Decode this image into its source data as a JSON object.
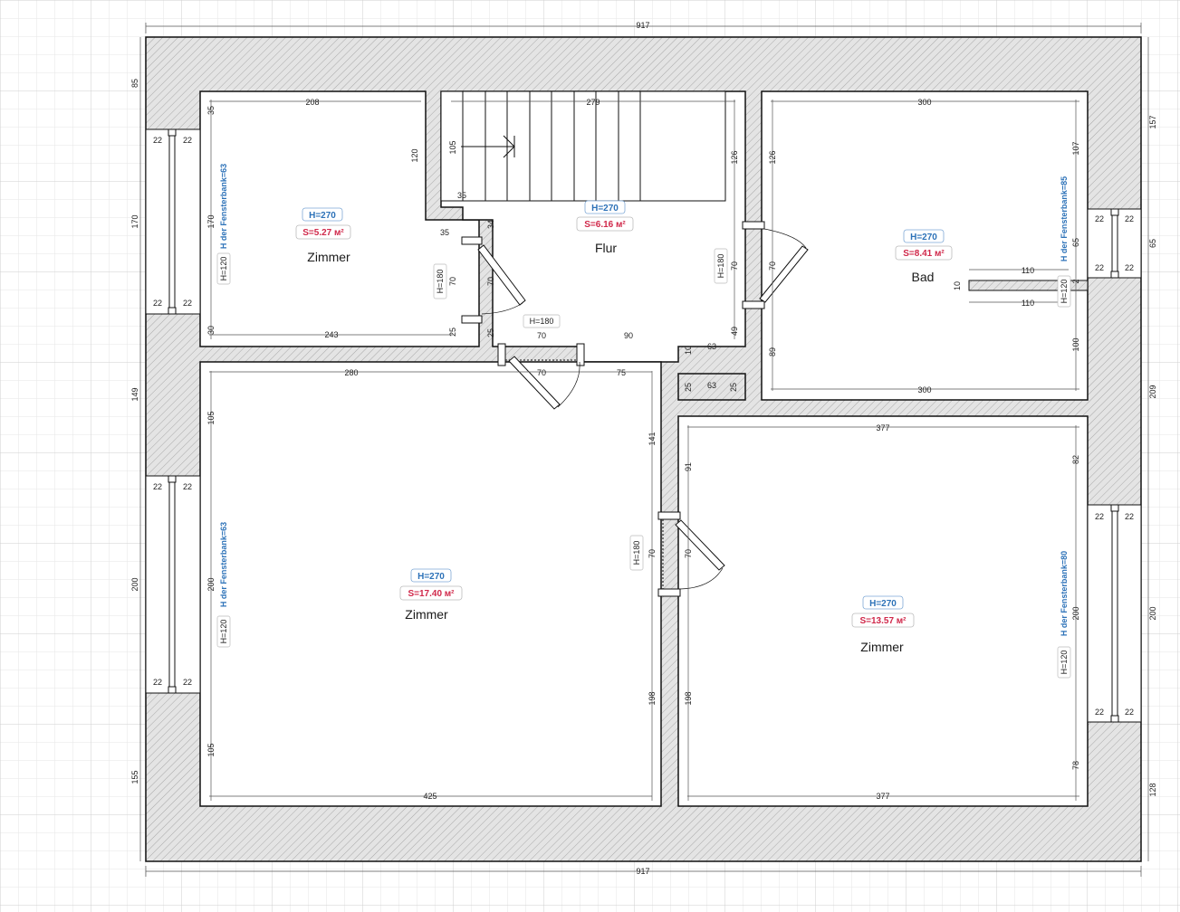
{
  "colors": {
    "grid_minor": "#e6e6e6",
    "grid_major": "#cfcfcf",
    "wall_fill": "#e4e4e4",
    "wall_hatch": "#a8a8a8",
    "line": "#111111",
    "h_label": "#2d72b8",
    "s_label": "#d0284a"
  },
  "rooms": [
    {
      "id": "zimmer-nw",
      "name": "Zimmer",
      "height": "H=270",
      "area": "S=5.27 м²"
    },
    {
      "id": "flur",
      "name": "Flur",
      "height": "H=270",
      "area": "S=6.16 м²"
    },
    {
      "id": "bad",
      "name": "Bad",
      "height": "H=270",
      "area": "S=8.41 м²"
    },
    {
      "id": "zimmer-sw",
      "name": "Zimmer",
      "height": "H=270",
      "area": "S=17.40 м²"
    },
    {
      "id": "zimmer-se",
      "name": "Zimmer",
      "height": "H=270",
      "area": "S=13.57 м²"
    }
  ],
  "dimensions": {
    "top": "917",
    "bottom": "917",
    "left_85": "85",
    "left_170": "170",
    "left_149": "149",
    "left_200": "200",
    "left_155": "155",
    "right_157": "157",
    "right_65": "65",
    "right_209": "209",
    "right_200": "200",
    "right_128": "128",
    "z1_top": "208",
    "z1_bottom": "243",
    "z1_35": "35",
    "z1_170": "170",
    "z1_30": "30",
    "z1_120": "120",
    "z1_35b": "35",
    "z1_35c": "35",
    "z1_34": "34",
    "z1_25": "25",
    "z1_70": "70",
    "z1_70b": "70",
    "flur_top": "279",
    "flur_105": "105",
    "flur_126": "126",
    "flur_70": "70",
    "flur_90": "90",
    "flur_49": "49",
    "flur_10": "10",
    "flur_63": "63",
    "flur_25": "25",
    "bad_top": "300",
    "bad_bottom": "300",
    "bad_126": "126",
    "bad_107": "107",
    "bad_65": "65",
    "bad_70": "70",
    "bad_2": "2",
    "bad_100": "100",
    "bad_89": "89",
    "bad_110a": "110",
    "bad_110b": "110",
    "bad_10": "10",
    "small_25a": "25",
    "small_63": "63",
    "small_25b": "25",
    "z2_top": "280",
    "z2_bottom": "425",
    "z2_105a": "105",
    "z2_200": "200",
    "z2_105b": "105",
    "z2_70": "70",
    "z2_75": "75",
    "z2_141": "141",
    "z2_198": "198",
    "z2_70b": "70",
    "z3_top": "377",
    "z3_bottom": "377",
    "z3_91": "91",
    "z3_70": "70",
    "z3_198": "198",
    "z3_82": "82",
    "z3_200": "200",
    "z3_78": "78",
    "win": "22"
  },
  "windows": [
    {
      "id": "window-west-upper",
      "sill": "H der Fensterbank=63",
      "height": "H=120"
    },
    {
      "id": "window-west-lower",
      "sill": "H der Fensterbank=63",
      "height": "H=120"
    },
    {
      "id": "window-east-bad",
      "sill": "H der Fensterbank=85",
      "height": "H=120"
    },
    {
      "id": "window-east-lower",
      "sill": "H der Fensterbank=80",
      "height": "H=120"
    }
  ],
  "doors": [
    {
      "id": "door-zimmer-nw",
      "height": "H=180"
    },
    {
      "id": "door-zimmer-sw",
      "height": "H=180"
    },
    {
      "id": "door-bad",
      "height": "H=180"
    },
    {
      "id": "door-zimmer-se",
      "height": "H=180"
    }
  ]
}
